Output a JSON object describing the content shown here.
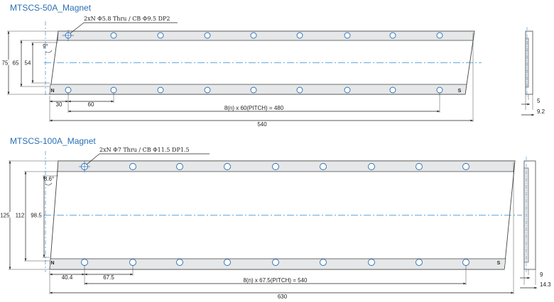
{
  "drawings": [
    {
      "title": "MTSCS-50A_Magnet",
      "callout": "2xN  Φ5.8 Thru / CB Φ9.5 DP2",
      "angle_label": "9°",
      "height_labels": [
        "75",
        "65",
        "54"
      ],
      "offset_label": "30",
      "pitch_label": "60",
      "pitch_total_label": "8(n) x 60(PITCH) = 480",
      "length_label": "540",
      "pole_left": "N",
      "pole_right": "S",
      "side_labels": [
        "5",
        "9.2"
      ]
    },
    {
      "title": "MTSCS-100A_Magnet",
      "callout": "2xN  Φ7 Thru / CB Φ11.5 DP1.5",
      "angle_label": "8.6°",
      "height_labels": [
        "125",
        "112",
        "98.5"
      ],
      "offset_label": "40.4",
      "pitch_label": "67.5",
      "pitch_total_label": "8(n) x 67.5(PITCH) = 540",
      "length_label": "630",
      "pole_left": "N",
      "pole_right": "S",
      "side_labels": [
        "9",
        "14.3"
      ]
    }
  ],
  "colors": {
    "title": "#2a6fb5",
    "plate_fill": "#e6e7e8",
    "outline": "#444444",
    "hole": "#2a6fb5",
    "centerline": "#3a8fd0",
    "dim": "#222222"
  }
}
